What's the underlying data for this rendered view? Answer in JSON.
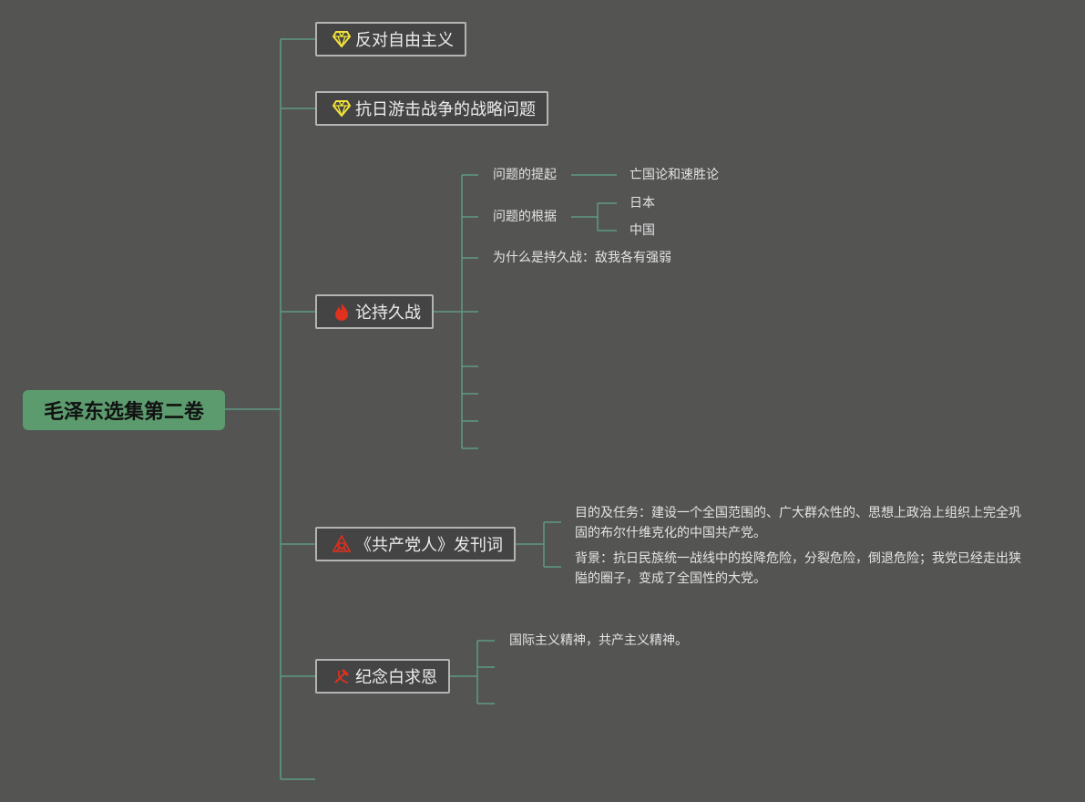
{
  "root": {
    "label": "毛泽东选集第二卷",
    "color": "#5c9b6e"
  },
  "topics": [
    {
      "label": "反对自由主义",
      "icon": "diamond-icon"
    },
    {
      "label": "抗日游击战争的战略问题",
      "icon": "diamond-icon"
    },
    {
      "label": "论持久战",
      "icon": "flame-icon",
      "children": [
        {
          "label": "问题的提起",
          "children": [
            {
              "label": "亡国论和速胜论"
            }
          ]
        },
        {
          "label": "问题的根据",
          "children": [
            {
              "label": "日本"
            },
            {
              "label": "中国"
            }
          ]
        },
        {
          "label": "为什么是持久战：敌我各有强弱"
        }
      ]
    },
    {
      "label": "《共产党人》发刊词",
      "icon": "party-emblem-icon",
      "children": [
        {
          "label": "目的及任务：建设一个全国范围的、广大群众性的、思想上政治上组织上完全巩固的布尔什维克化的中国共产党。"
        },
        {
          "label": "背景：抗日民族统一战线中的投降危险，分裂危险，倒退危险；我党已经走出狭隘的圈子，变成了全国性的大党。"
        }
      ]
    },
    {
      "label": "纪念白求恩",
      "icon": "hammer-sickle-icon",
      "children": [
        {
          "label": "国际主义精神，共产主义精神。"
        }
      ]
    }
  ],
  "colors": {
    "connector": "#5f9a86",
    "background": "#545553",
    "icon_yellow": "#f2e23a",
    "icon_red": "#e0301e"
  }
}
